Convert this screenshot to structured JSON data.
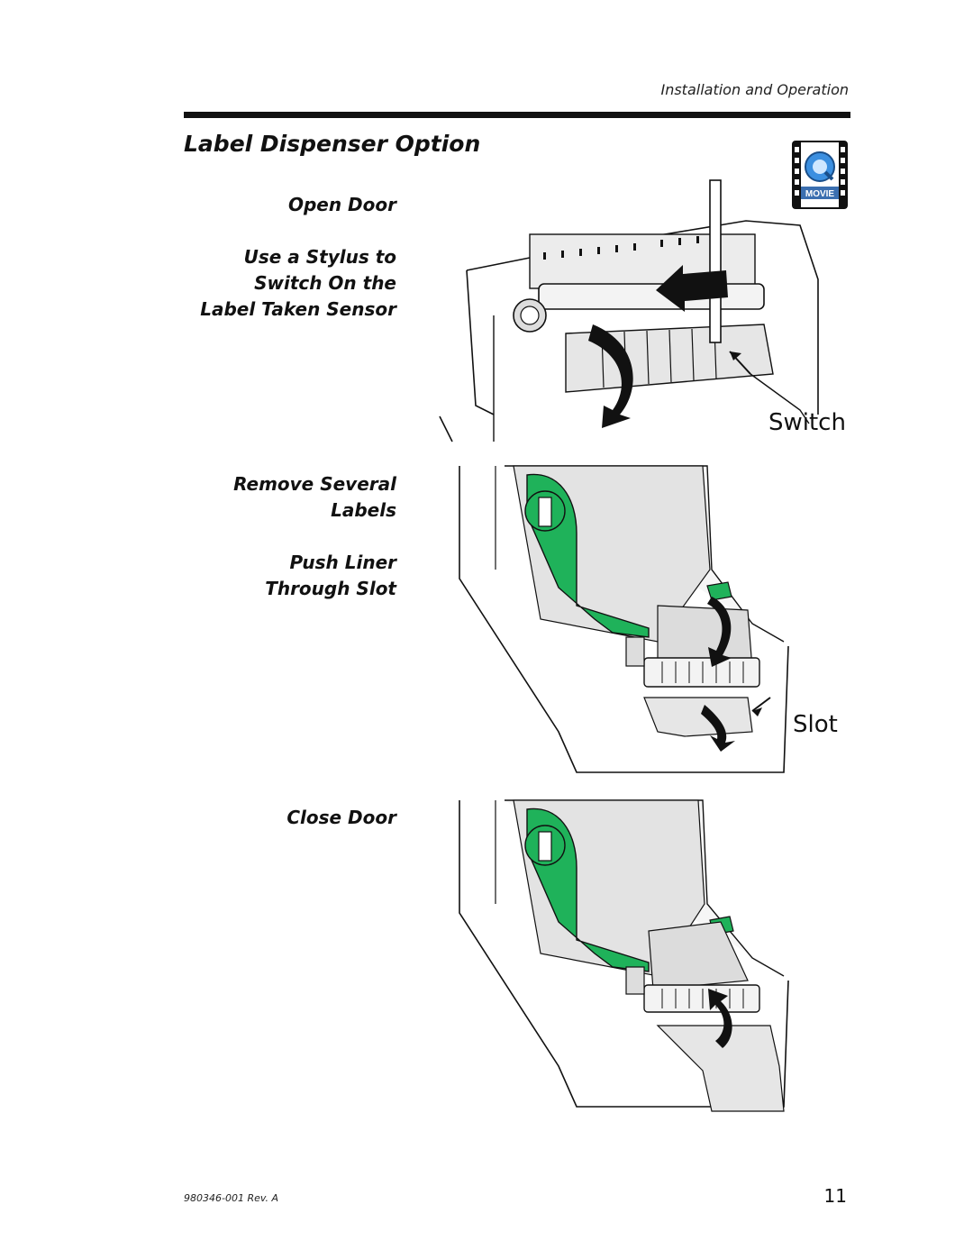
{
  "header": {
    "section": "Installation and Operation"
  },
  "title": "Label Dispenser Option",
  "movie_badge": {
    "label": "MOVIE"
  },
  "steps": {
    "open_door": "Open Door",
    "stylus": [
      "Use a Stylus to",
      "Switch On the",
      "Label Taken Sensor"
    ],
    "remove": [
      "Remove Several",
      "Labels"
    ],
    "push": [
      "Push Liner",
      "Through Slot"
    ],
    "close_door": "Close Door"
  },
  "callouts": {
    "switch": "Switch",
    "slot": "Slot"
  },
  "footer": {
    "doc_number": "980346-001 Rev. A",
    "page_number": "11"
  },
  "colors": {
    "accent_green": "#1fb25a",
    "gray_fill": "#e6e6e6",
    "text": "#111111"
  }
}
